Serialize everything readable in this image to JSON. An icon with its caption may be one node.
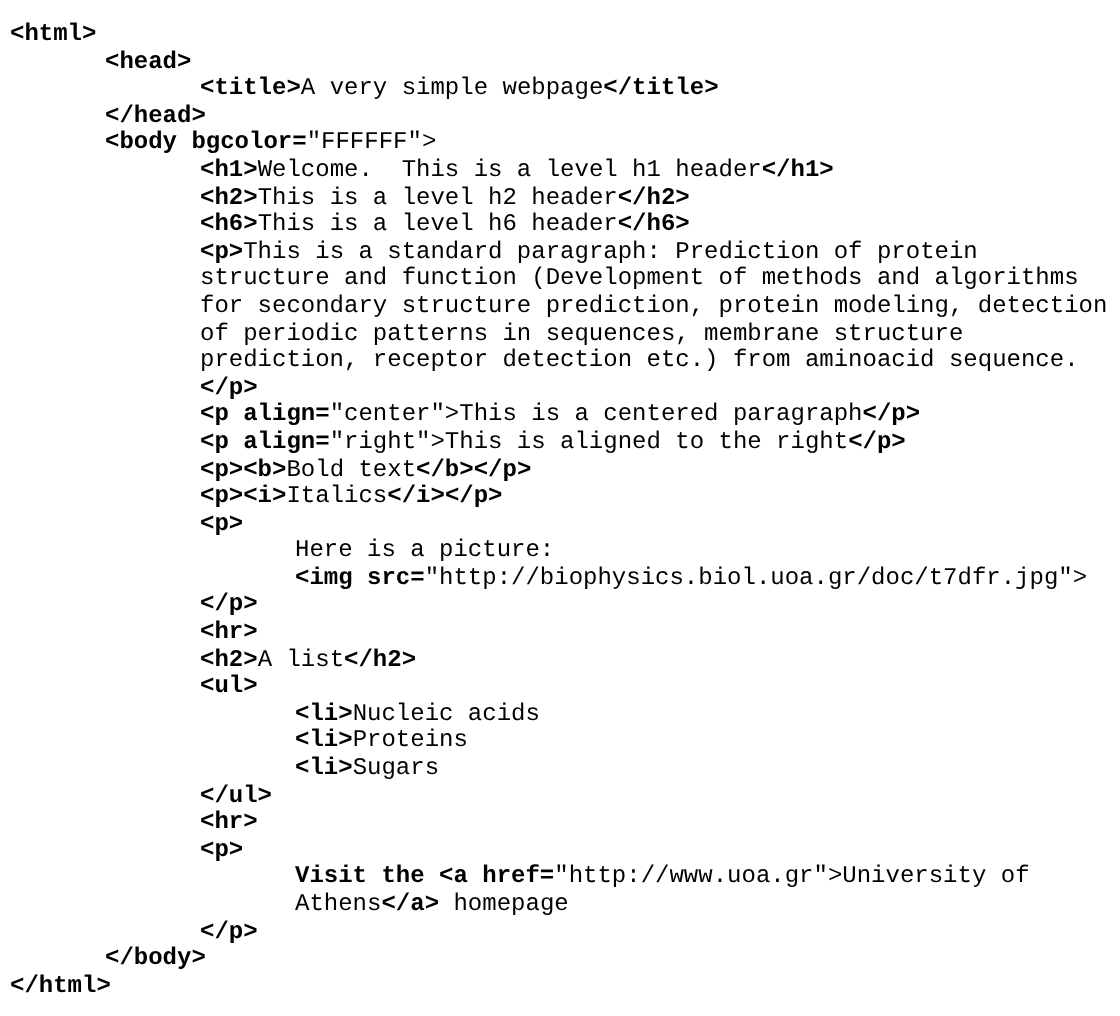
{
  "diagram": {
    "labels": [
      "**<html>**",
      "**<head>**",
      "**<title>**A very simple webpage**</title>**",
      "**</head>**",
      "**<body bgcolor=**\"FFFFFF\">",
      "**<h1>**Welcome.  This is a level h1 header**</h1>**",
      "**<h2>**This is a level h2 header**</h2>**",
      "**<h6>**This is a level h6 header**</h6>**",
      "**<p>**This is a standard paragraph: Prediction of protein structure and function (Development of methods and algorithms for secondary structure prediction, protein modeling, detection of periodic patterns in sequences, membrane structure prediction, receptor detection etc.) from aminoacid sequence.**</p>**",
      "**<p align=**\"center\">This is a centered paragraph**</p>**",
      "**<p align=**\"right\">This is aligned to the right**</p>**",
      "**<p><b>**Bold text**</b></p>**",
      "**<p><i>**Italics**</i></p>**",
      "**<p>**",
      "Here is a picture:",
      "**<img src=**\"http://biophysics.biol.uoa.gr/doc/t7dfr.jpg\">",
      "**</p>**",
      "**<hr>**",
      "**<h2>**A list**</h2>**",
      "**<ul>**",
      "**<li>**Nucleic acids",
      "**<li>**Proteins",
      "**<li>**Sugars",
      "**</ul>**",
      "**<hr>**",
      "**<p>**",
      "**Visit the <a href=**\"http://www.uoa.gr\">University of Athens**</a>** homepage",
      "**</p>**",
      "**</body>**",
      "**</html>**"
    ]
  }
}
